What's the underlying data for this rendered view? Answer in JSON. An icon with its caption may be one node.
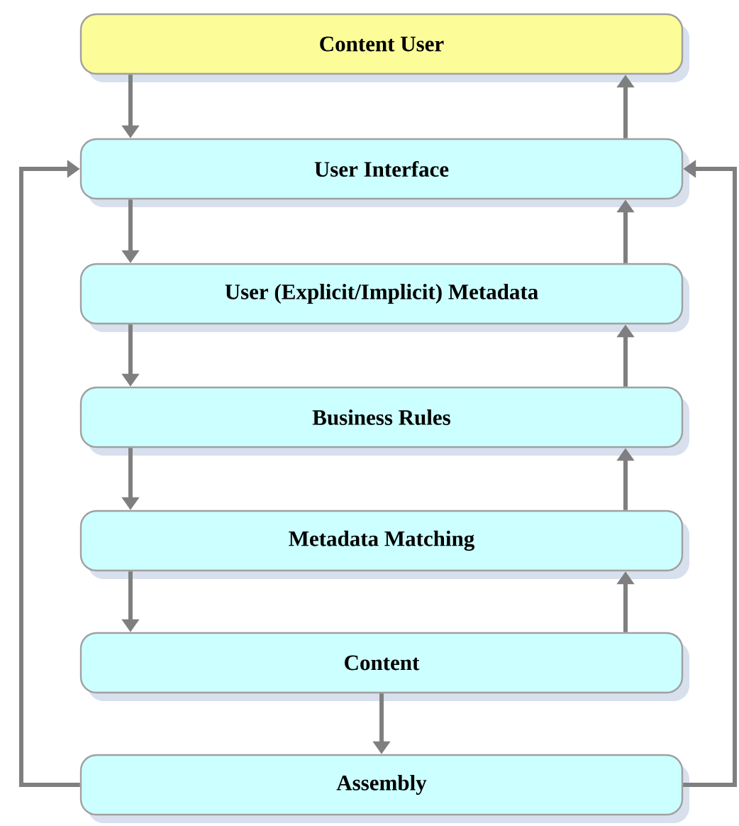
{
  "diagram": {
    "nodes": [
      {
        "text": [
          "Content User"
        ]
      },
      {
        "text": [
          "User Interface"
        ]
      },
      {
        "text": [
          "User (Explicit/Implicit) Metadata"
        ]
      },
      {
        "text": [
          "Business Rules"
        ]
      },
      {
        "text": [
          "Metadata Matching"
        ]
      },
      {
        "text": [
          "Content"
        ]
      },
      {
        "text": [
          "Assembly"
        ]
      }
    ],
    "edges": [
      {
        "from": 0,
        "to": 1,
        "arrow": "to"
      },
      {
        "from": 1,
        "to": 0,
        "arrow": "to"
      },
      {
        "from": 1,
        "to": 2,
        "arrow": "to"
      },
      {
        "from": 2,
        "to": 1,
        "arrow": "to"
      },
      {
        "from": 2,
        "to": 3,
        "arrow": "to"
      },
      {
        "from": 3,
        "to": 2,
        "arrow": "to"
      },
      {
        "from": 3,
        "to": 4,
        "arrow": "to"
      },
      {
        "from": 4,
        "to": 3,
        "arrow": "to"
      },
      {
        "from": 4,
        "to": 5,
        "arrow": "to"
      },
      {
        "from": 5,
        "to": 4,
        "arrow": "to"
      },
      {
        "from": 5,
        "to": 6,
        "arrow": "to"
      },
      {
        "from": 6,
        "to": 1,
        "arrow": "to"
      },
      {
        "from": 6,
        "to": 1,
        "arrow": "to"
      }
    ]
  }
}
